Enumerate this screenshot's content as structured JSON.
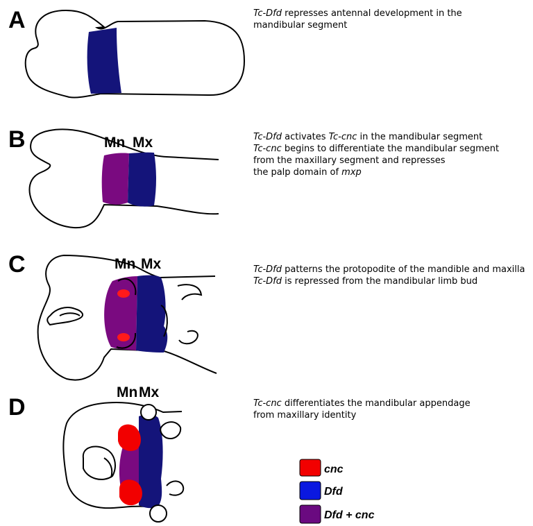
{
  "colors": {
    "cnc": "#f20000",
    "dfd": "#14147a",
    "dfd_cnc": "#7a0a80",
    "legend_dfd": "#0a18e0",
    "legend_mix": "#6a0a80",
    "spot": "#ff1a1a"
  },
  "panels": [
    {
      "label": "A",
      "segments": [],
      "text": [
        [
          {
            "t": "Tc-Dfd",
            "i": true
          },
          {
            "t": " represses antennal development in the",
            "i": false
          }
        ],
        [
          {
            "t": "mandibular segment",
            "i": false
          }
        ]
      ]
    },
    {
      "label": "B",
      "segments": [
        "Mn",
        "Mx"
      ],
      "text": [
        [
          {
            "t": "Tc-Dfd",
            "i": true
          },
          {
            "t": " activates ",
            "i": false
          },
          {
            "t": "Tc-cnc",
            "i": true
          },
          {
            "t": " in the mandibular segment",
            "i": false
          }
        ],
        [
          {
            "t": "Tc-cnc",
            "i": true
          },
          {
            "t": " begins to differentiate the mandibular segment",
            "i": false
          }
        ],
        [
          {
            "t": "from the maxillary segment and represses",
            "i": false
          }
        ],
        [
          {
            "t": "the palp domain of ",
            "i": false
          },
          {
            "t": "mxp",
            "i": true
          }
        ]
      ]
    },
    {
      "label": "C",
      "segments": [
        "Mn",
        "Mx"
      ],
      "text": [
        [
          {
            "t": "Tc-Dfd",
            "i": true
          },
          {
            "t": " patterns the protopodite of the mandible and maxilla",
            "i": false
          }
        ],
        [
          {
            "t": "Tc-Dfd",
            "i": true
          },
          {
            "t": " is repressed from the mandibular limb bud",
            "i": false
          }
        ]
      ]
    },
    {
      "label": "D",
      "segments": [
        "Mn",
        "Mx"
      ],
      "text": [
        [
          {
            "t": "Tc-cnc",
            "i": true
          },
          {
            "t": " differentiates the mandibular appendage",
            "i": false
          }
        ],
        [
          {
            "t": "from maxillary identity",
            "i": false
          }
        ]
      ]
    }
  ],
  "legend": [
    {
      "label": "cnc",
      "color": "#f20000"
    },
    {
      "label": "Dfd",
      "color": "#0a18e0"
    },
    {
      "label": "Dfd + cnc",
      "color": "#6a0a80"
    }
  ]
}
